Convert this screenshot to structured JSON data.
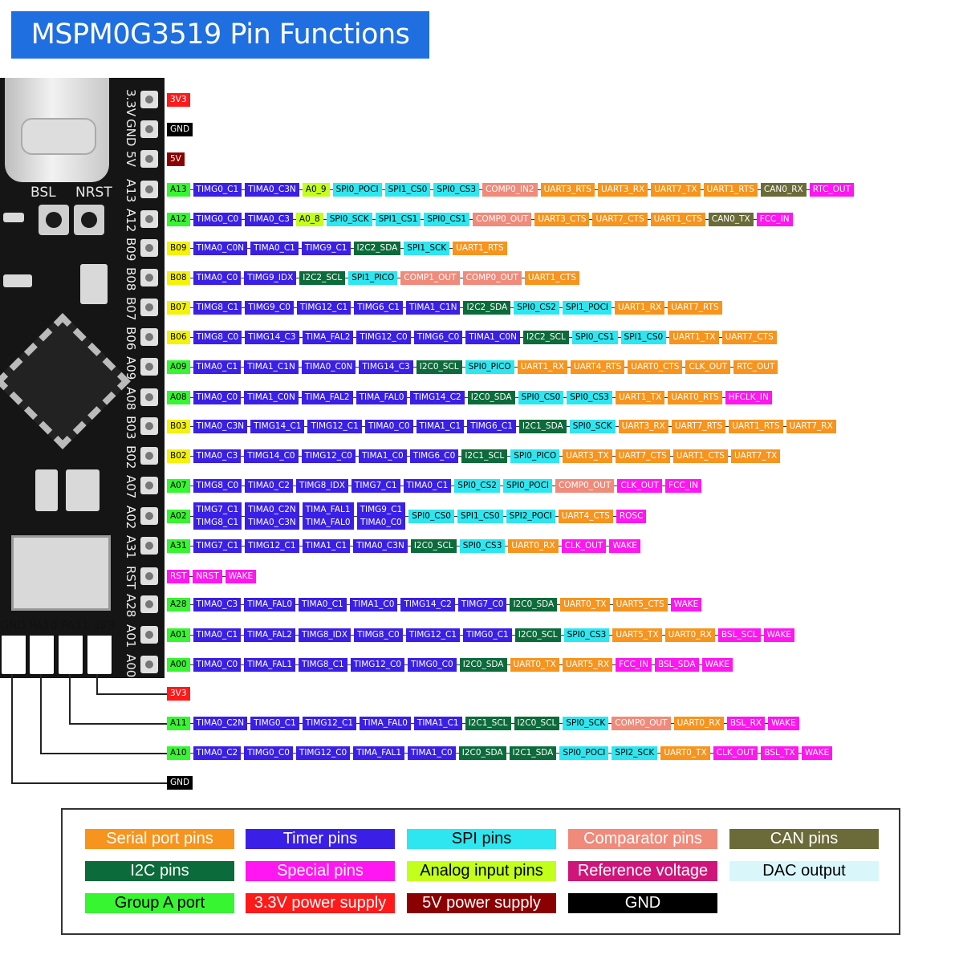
{
  "title": "MSPM0G3519 Pin Functions",
  "board_silk": {
    "bsl": "BSL",
    "nrst": "NRST",
    "bottom": "GND PA10 PA11 3V3"
  },
  "colors": {
    "uart": "#f7941d",
    "timer": "#3a1fe6",
    "spi": "#2ee6ef",
    "comp": "#f08a7a",
    "can": "#6b6b3a",
    "i2c": "#0c6b3a",
    "special": "#ff16f0",
    "analog": "#c2ff1a",
    "vref": "#d0157a",
    "dac": "#d9f7fb",
    "groupA": "#37f531",
    "p33": "#ff1a1a",
    "p5": "#8b0000",
    "gnd": "#000000",
    "groupB": "#f4f20a",
    "rst": "#ff16f0"
  },
  "rows": [
    {
      "silk": "3.3V",
      "pins": [
        {
          "t": "3V3",
          "c": "p33"
        }
      ]
    },
    {
      "silk": "GND",
      "pins": [
        {
          "t": "GND",
          "c": "gnd"
        }
      ]
    },
    {
      "silk": "5V",
      "pins": [
        {
          "t": "5V",
          "c": "p5"
        }
      ]
    },
    {
      "silk": "A13",
      "pins": [
        {
          "t": "A13",
          "c": "groupA"
        },
        {
          "t": "TIMG0_C1",
          "c": "timer"
        },
        {
          "t": "TIMA0_C3N",
          "c": "timer"
        },
        {
          "t": "A0_9",
          "c": "analog"
        },
        {
          "t": "SPI0_POCI",
          "c": "spi"
        },
        {
          "t": "SPI1_CS0",
          "c": "spi"
        },
        {
          "t": "SPI0_CS3",
          "c": "spi"
        },
        {
          "t": "COMP0_IN2",
          "c": "comp"
        },
        {
          "t": "UART3_RTS",
          "c": "uart"
        },
        {
          "t": "UART3_RX",
          "c": "uart"
        },
        {
          "t": "UART7_TX",
          "c": "uart"
        },
        {
          "t": "UART1_RTS",
          "c": "uart"
        },
        {
          "t": "CAN0_RX",
          "c": "can"
        },
        {
          "t": "RTC_OUT",
          "c": "special"
        }
      ]
    },
    {
      "silk": "A12",
      "pins": [
        {
          "t": "A12",
          "c": "groupA"
        },
        {
          "t": "TIMG0_C0",
          "c": "timer"
        },
        {
          "t": "TIMA0_C3",
          "c": "timer"
        },
        {
          "t": "A0_8",
          "c": "analog"
        },
        {
          "t": "SPI0_SCK",
          "c": "spi"
        },
        {
          "t": "SPI1_CS1",
          "c": "spi"
        },
        {
          "t": "SPI0_CS1",
          "c": "spi"
        },
        {
          "t": "COMP0_OUT",
          "c": "comp"
        },
        {
          "t": "UART3_CTS",
          "c": "uart"
        },
        {
          "t": "UART7_CTS",
          "c": "uart"
        },
        {
          "t": "UART1_CTS",
          "c": "uart"
        },
        {
          "t": "CAN0_TX",
          "c": "can"
        },
        {
          "t": "FCC_IN",
          "c": "special"
        }
      ]
    },
    {
      "silk": "B09",
      "pins": [
        {
          "t": "B09",
          "c": "groupB"
        },
        {
          "t": "TIMA0_C0N",
          "c": "timer"
        },
        {
          "t": "TIMA0_C1",
          "c": "timer"
        },
        {
          "t": "TIMG9_C1",
          "c": "timer"
        },
        {
          "t": "I2C2_SDA",
          "c": "i2c"
        },
        {
          "t": "SPI1_SCK",
          "c": "spi"
        },
        {
          "t": "UART1_RTS",
          "c": "uart"
        }
      ]
    },
    {
      "silk": "B08",
      "pins": [
        {
          "t": "B08",
          "c": "groupB"
        },
        {
          "t": "TIMA0_C0",
          "c": "timer"
        },
        {
          "t": "TIMG9_IDX",
          "c": "timer"
        },
        {
          "t": "I2C2_SCL",
          "c": "i2c"
        },
        {
          "t": "SPI1_PICO",
          "c": "spi"
        },
        {
          "t": "COMP1_OUT",
          "c": "comp"
        },
        {
          "t": "COMP0_OUT",
          "c": "comp"
        },
        {
          "t": "UART1_CTS",
          "c": "uart"
        }
      ]
    },
    {
      "silk": "B07",
      "pins": [
        {
          "t": "B07",
          "c": "groupB"
        },
        {
          "t": "TIMG8_C1",
          "c": "timer"
        },
        {
          "t": "TIMG9_C0",
          "c": "timer"
        },
        {
          "t": "TIMG12_C1",
          "c": "timer"
        },
        {
          "t": "TIMG6_C1",
          "c": "timer"
        },
        {
          "t": "TIMA1_C1N",
          "c": "timer"
        },
        {
          "t": "I2C2_SDA",
          "c": "i2c"
        },
        {
          "t": "SPI0_CS2",
          "c": "spi"
        },
        {
          "t": "SPI1_POCI",
          "c": "spi"
        },
        {
          "t": "UART1_RX",
          "c": "uart"
        },
        {
          "t": "UART7_RTS",
          "c": "uart"
        }
      ]
    },
    {
      "silk": "B06",
      "pins": [
        {
          "t": "B06",
          "c": "groupB"
        },
        {
          "t": "TIMG8_C0",
          "c": "timer"
        },
        {
          "t": "TIMG14_C3",
          "c": "timer"
        },
        {
          "t": "TIMA_FAL2",
          "c": "timer"
        },
        {
          "t": "TIMG12_C0",
          "c": "timer"
        },
        {
          "t": "TIMG6_C0",
          "c": "timer"
        },
        {
          "t": "TIMA1_C0N",
          "c": "timer"
        },
        {
          "t": "I2C2_SCL",
          "c": "i2c"
        },
        {
          "t": "SPI0_CS1",
          "c": "spi"
        },
        {
          "t": "SPI1_CS0",
          "c": "spi"
        },
        {
          "t": "UART1_TX",
          "c": "uart"
        },
        {
          "t": "UART7_CTS",
          "c": "uart"
        }
      ]
    },
    {
      "silk": "A09",
      "pins": [
        {
          "t": "A09",
          "c": "groupA"
        },
        {
          "t": "TIMA0_C1",
          "c": "timer"
        },
        {
          "t": "TIMA1_C1N",
          "c": "timer"
        },
        {
          "t": "TIMA0_C0N",
          "c": "timer"
        },
        {
          "t": "TIMG14_C3",
          "c": "timer"
        },
        {
          "t": "I2C0_SCL",
          "c": "i2c"
        },
        {
          "t": "SPI0_PICO",
          "c": "spi"
        },
        {
          "t": "UART1_RX",
          "c": "uart"
        },
        {
          "t": "UART4_RTS",
          "c": "uart"
        },
        {
          "t": "UART0_CTS",
          "c": "uart"
        },
        {
          "t": "CLK_OUT",
          "c": "uart"
        },
        {
          "t": "RTC_OUT",
          "c": "uart"
        }
      ]
    },
    {
      "silk": "A08",
      "pins": [
        {
          "t": "A08",
          "c": "groupA"
        },
        {
          "t": "TIMA0_C0",
          "c": "timer"
        },
        {
          "t": "TIMA1_C0N",
          "c": "timer"
        },
        {
          "t": "TIMA_FAL2",
          "c": "timer"
        },
        {
          "t": "TIMA_FAL0",
          "c": "timer"
        },
        {
          "t": "TIMG14_C2",
          "c": "timer"
        },
        {
          "t": "I2C0_SDA",
          "c": "i2c"
        },
        {
          "t": "SPI0_CS0",
          "c": "spi"
        },
        {
          "t": "SPI0_CS3",
          "c": "spi"
        },
        {
          "t": "UART1_TX",
          "c": "uart"
        },
        {
          "t": "UART0_RTS",
          "c": "uart"
        },
        {
          "t": "HFCLK_IN",
          "c": "special"
        }
      ]
    },
    {
      "silk": "B03",
      "pins": [
        {
          "t": "B03",
          "c": "groupB"
        },
        {
          "t": "TIMA0_C3N",
          "c": "timer"
        },
        {
          "t": "TIMG14_C1",
          "c": "timer"
        },
        {
          "t": "TIMG12_C1",
          "c": "timer"
        },
        {
          "t": "TIMA0_C0",
          "c": "timer"
        },
        {
          "t": "TIMA1_C1",
          "c": "timer"
        },
        {
          "t": "TIMG6_C1",
          "c": "timer"
        },
        {
          "t": "I2C1_SDA",
          "c": "i2c"
        },
        {
          "t": "SPI0_SCK",
          "c": "spi"
        },
        {
          "t": "UART3_RX",
          "c": "uart"
        },
        {
          "t": "UART7_RTS",
          "c": "uart"
        },
        {
          "t": "UART1_RTS",
          "c": "uart"
        },
        {
          "t": "UART7_RX",
          "c": "uart"
        }
      ]
    },
    {
      "silk": "B02",
      "pins": [
        {
          "t": "B02",
          "c": "groupB"
        },
        {
          "t": "TIMA0_C3",
          "c": "timer"
        },
        {
          "t": "TIMG14_C0",
          "c": "timer"
        },
        {
          "t": "TIMG12_C0",
          "c": "timer"
        },
        {
          "t": "TIMA1_C0",
          "c": "timer"
        },
        {
          "t": "TIMG6_C0",
          "c": "timer"
        },
        {
          "t": "I2C1_SCL",
          "c": "i2c"
        },
        {
          "t": "SPI0_PICO",
          "c": "spi"
        },
        {
          "t": "UART3_TX",
          "c": "uart"
        },
        {
          "t": "UART7_CTS",
          "c": "uart"
        },
        {
          "t": "UART1_CTS",
          "c": "uart"
        },
        {
          "t": "UART7_TX",
          "c": "uart"
        }
      ]
    },
    {
      "silk": "A07",
      "pins": [
        {
          "t": "A07",
          "c": "groupA"
        },
        {
          "t": "TIMG8_C0",
          "c": "timer"
        },
        {
          "t": "TIMA0_C2",
          "c": "timer"
        },
        {
          "t": "TIMG8_IDX",
          "c": "timer"
        },
        {
          "t": "TIMG7_C1",
          "c": "timer"
        },
        {
          "t": "TIMA0_C1",
          "c": "timer"
        },
        {
          "t": "SPI0_CS2",
          "c": "spi"
        },
        {
          "t": "SPI0_POCI",
          "c": "spi"
        },
        {
          "t": "COMP0_OUT",
          "c": "comp"
        },
        {
          "t": "CLK_OUT",
          "c": "special"
        },
        {
          "t": "FCC_IN",
          "c": "special"
        }
      ]
    },
    {
      "silk": "A02",
      "pins": [
        {
          "t": "A02",
          "c": "groupA"
        },
        {
          "t": "TIMG7_C1",
          "t2": "TIMG8_C1",
          "c": "timer"
        },
        {
          "t": "TIMA0_C2N",
          "t2": "TIMA0_C3N",
          "c": "timer"
        },
        {
          "t": "TIMA_FAL1",
          "t2": "TIMA_FAL0",
          "c": "timer"
        },
        {
          "t": "TIMG9_C1",
          "t2": "TIMA0_C0",
          "c": "timer"
        },
        {
          "t": "SPI0_CS0",
          "c": "spi"
        },
        {
          "t": "SPI1_CS0",
          "c": "spi"
        },
        {
          "t": "SPI2_POCI",
          "c": "spi"
        },
        {
          "t": "UART4_CTS",
          "c": "uart"
        },
        {
          "t": "ROSC",
          "c": "special"
        }
      ]
    },
    {
      "silk": "A31",
      "pins": [
        {
          "t": "A31",
          "c": "groupA"
        },
        {
          "t": "TIMG7_C1",
          "c": "timer"
        },
        {
          "t": "TIMG12_C1",
          "c": "timer"
        },
        {
          "t": "TIMA1_C1",
          "c": "timer"
        },
        {
          "t": "TIMA0_C3N",
          "c": "timer"
        },
        {
          "t": "I2C0_SCL",
          "c": "i2c"
        },
        {
          "t": "SPI0_CS3",
          "c": "spi"
        },
        {
          "t": "UART0_RX",
          "c": "uart"
        },
        {
          "t": "CLK_OUT",
          "c": "special"
        },
        {
          "t": "WAKE",
          "c": "special"
        }
      ]
    },
    {
      "silk": "RST",
      "pins": [
        {
          "t": "RST",
          "c": "rst"
        },
        {
          "t": "NRST",
          "c": "rst"
        },
        {
          "t": "WAKE",
          "c": "rst"
        }
      ]
    },
    {
      "silk": "A28",
      "pins": [
        {
          "t": "A28",
          "c": "groupA"
        },
        {
          "t": "TIMA0_C3",
          "c": "timer"
        },
        {
          "t": "TIMA_FAL0",
          "c": "timer"
        },
        {
          "t": "TIMA0_C1",
          "c": "timer"
        },
        {
          "t": "TIMA1_C0",
          "c": "timer"
        },
        {
          "t": "TIMG14_C2",
          "c": "timer"
        },
        {
          "t": "TIMG7_C0",
          "c": "timer"
        },
        {
          "t": "I2C0_SDA",
          "c": "i2c"
        },
        {
          "t": "UART0_TX",
          "c": "uart"
        },
        {
          "t": "UART5_CTS",
          "c": "uart"
        },
        {
          "t": "WAKE",
          "c": "special"
        }
      ]
    },
    {
      "silk": "A01",
      "pins": [
        {
          "t": "A01",
          "c": "groupA"
        },
        {
          "t": "TIMA0_C1",
          "c": "timer"
        },
        {
          "t": "TIMA_FAL2",
          "c": "timer"
        },
        {
          "t": "TIMG8_IDX",
          "c": "timer"
        },
        {
          "t": "TIMG8_C0",
          "c": "timer"
        },
        {
          "t": "TIMG12_C1",
          "c": "timer"
        },
        {
          "t": "TIMG0_C1",
          "c": "timer"
        },
        {
          "t": "I2C0_SCL",
          "c": "i2c"
        },
        {
          "t": "SPI0_CS3",
          "c": "spi"
        },
        {
          "t": "UART5_TX",
          "c": "uart"
        },
        {
          "t": "UART0_RX",
          "c": "uart"
        },
        {
          "t": "BSL_SCL",
          "c": "special"
        },
        {
          "t": "WAKE",
          "c": "special"
        }
      ]
    },
    {
      "silk": "A00",
      "pins": [
        {
          "t": "A00",
          "c": "groupA"
        },
        {
          "t": "TIMA0_C0",
          "c": "timer"
        },
        {
          "t": "TIMA_FAL1",
          "c": "timer"
        },
        {
          "t": "TIMG8_C1",
          "c": "timer"
        },
        {
          "t": "TIMG12_C0",
          "c": "timer"
        },
        {
          "t": "TIMG0_C0",
          "c": "timer"
        },
        {
          "t": "I2C0_SDA",
          "c": "i2c"
        },
        {
          "t": "UART0_TX",
          "c": "uart"
        },
        {
          "t": "UART5_RX",
          "c": "uart"
        },
        {
          "t": "FCC_IN",
          "c": "special"
        },
        {
          "t": "BSL_SDA",
          "c": "special"
        },
        {
          "t": "WAKE",
          "c": "special"
        }
      ]
    },
    {
      "silk": "",
      "pins": [
        {
          "t": "3V3",
          "c": "p33"
        }
      ]
    },
    {
      "silk": "",
      "pins": [
        {
          "t": "A11",
          "c": "groupA"
        },
        {
          "t": "TIMA0_C2N",
          "c": "timer"
        },
        {
          "t": "TIMG0_C1",
          "c": "timer"
        },
        {
          "t": "TIMG12_C1",
          "c": "timer"
        },
        {
          "t": "TIMA_FAL0",
          "c": "timer"
        },
        {
          "t": "TIMA1_C1",
          "c": "timer"
        },
        {
          "t": "I2C1_SCL",
          "c": "i2c"
        },
        {
          "t": "I2C0_SCL",
          "c": "i2c"
        },
        {
          "t": "SPI0_SCK",
          "c": "spi"
        },
        {
          "t": "COMP0_OUT",
          "c": "comp"
        },
        {
          "t": "UART0_RX",
          "c": "uart"
        },
        {
          "t": "BSL_RX",
          "c": "special"
        },
        {
          "t": "WAKE",
          "c": "special"
        }
      ]
    },
    {
      "silk": "",
      "pins": [
        {
          "t": "A10",
          "c": "groupA"
        },
        {
          "t": "TIMA0_C2",
          "c": "timer"
        },
        {
          "t": "TIMG0_C0",
          "c": "timer"
        },
        {
          "t": "TIMG12_C0",
          "c": "timer"
        },
        {
          "t": "TIMA_FAL1",
          "c": "timer"
        },
        {
          "t": "TIMA1_C0",
          "c": "timer"
        },
        {
          "t": "I2C0_SDA",
          "c": "i2c"
        },
        {
          "t": "I2C1_SDA",
          "c": "i2c"
        },
        {
          "t": "SPI0_POCI",
          "c": "spi"
        },
        {
          "t": "SPI2_SCK",
          "c": "spi"
        },
        {
          "t": "UART0_TX",
          "c": "uart"
        },
        {
          "t": "CLK_OUT",
          "c": "special"
        },
        {
          "t": "BSL_TX",
          "c": "special"
        },
        {
          "t": "WAKE",
          "c": "special"
        }
      ]
    },
    {
      "silk": "",
      "pins": [
        {
          "t": "GND",
          "c": "gnd"
        }
      ]
    }
  ],
  "legend": [
    {
      "label": "Serial port pins",
      "c": "uart",
      "fg": "#ffffff"
    },
    {
      "label": "Timer pins",
      "c": "timer",
      "fg": "#ffffff"
    },
    {
      "label": "SPI pins",
      "c": "spi",
      "fg": "#000000"
    },
    {
      "label": "Comparator pins",
      "c": "comp",
      "fg": "#ffffff"
    },
    {
      "label": "CAN pins",
      "c": "can",
      "fg": "#ffffff"
    },
    {
      "label": "I2C pins",
      "c": "i2c",
      "fg": "#ffffff"
    },
    {
      "label": "Special pins",
      "c": "special",
      "fg": "#ffffff"
    },
    {
      "label": "Analog input pins",
      "c": "analog",
      "fg": "#000000"
    },
    {
      "label": "Reference voltage",
      "c": "vref",
      "fg": "#ffffff"
    },
    {
      "label": "DAC output",
      "c": "dac",
      "fg": "#000000"
    },
    {
      "label": "Group A port",
      "c": "groupA",
      "fg": "#000000"
    },
    {
      "label": "3.3V power supply",
      "c": "p33",
      "fg": "#ffffff"
    },
    {
      "label": "5V power supply",
      "c": "p5",
      "fg": "#ffffff"
    },
    {
      "label": "GND",
      "c": "gnd",
      "fg": "#ffffff"
    }
  ]
}
